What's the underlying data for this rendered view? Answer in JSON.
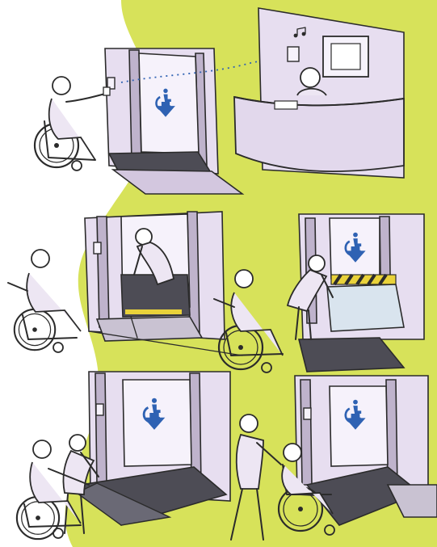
{
  "palette": {
    "background_yellow": "#d7e25a",
    "paper_white": "#ffffff",
    "wall_lilac": "#e7def0",
    "ramp_grey": "#4d4c55",
    "sign_blue": "#2f62b3",
    "hazard_yellow": "#e9d23a",
    "ink": "#2b2b2b"
  },
  "panels": [
    {
      "id": "call-assistance",
      "icons": [
        "wheelchair-user",
        "call-button",
        "wireless-signal",
        "reception-desk",
        "staff-member",
        "music-note-icon",
        "wheelchair-down-arrow-sign"
      ]
    },
    {
      "id": "staff-pulls-ramp",
      "icons": [
        "wheelchair-user",
        "staff-member",
        "folded-ramp",
        "call-button"
      ]
    },
    {
      "id": "ramp-unfolded",
      "icons": [
        "wheelchair-user",
        "staff-member",
        "hazard-stripes",
        "wheelchair-down-arrow-sign"
      ]
    },
    {
      "id": "user-enters",
      "icons": [
        "wheelchair-user",
        "staff-member",
        "ramp",
        "wheelchair-down-arrow-sign"
      ]
    },
    {
      "id": "assisted-entry",
      "icons": [
        "wheelchair-user",
        "helper-pushing",
        "ramp",
        "wheelchair-down-arrow-sign"
      ]
    }
  ]
}
